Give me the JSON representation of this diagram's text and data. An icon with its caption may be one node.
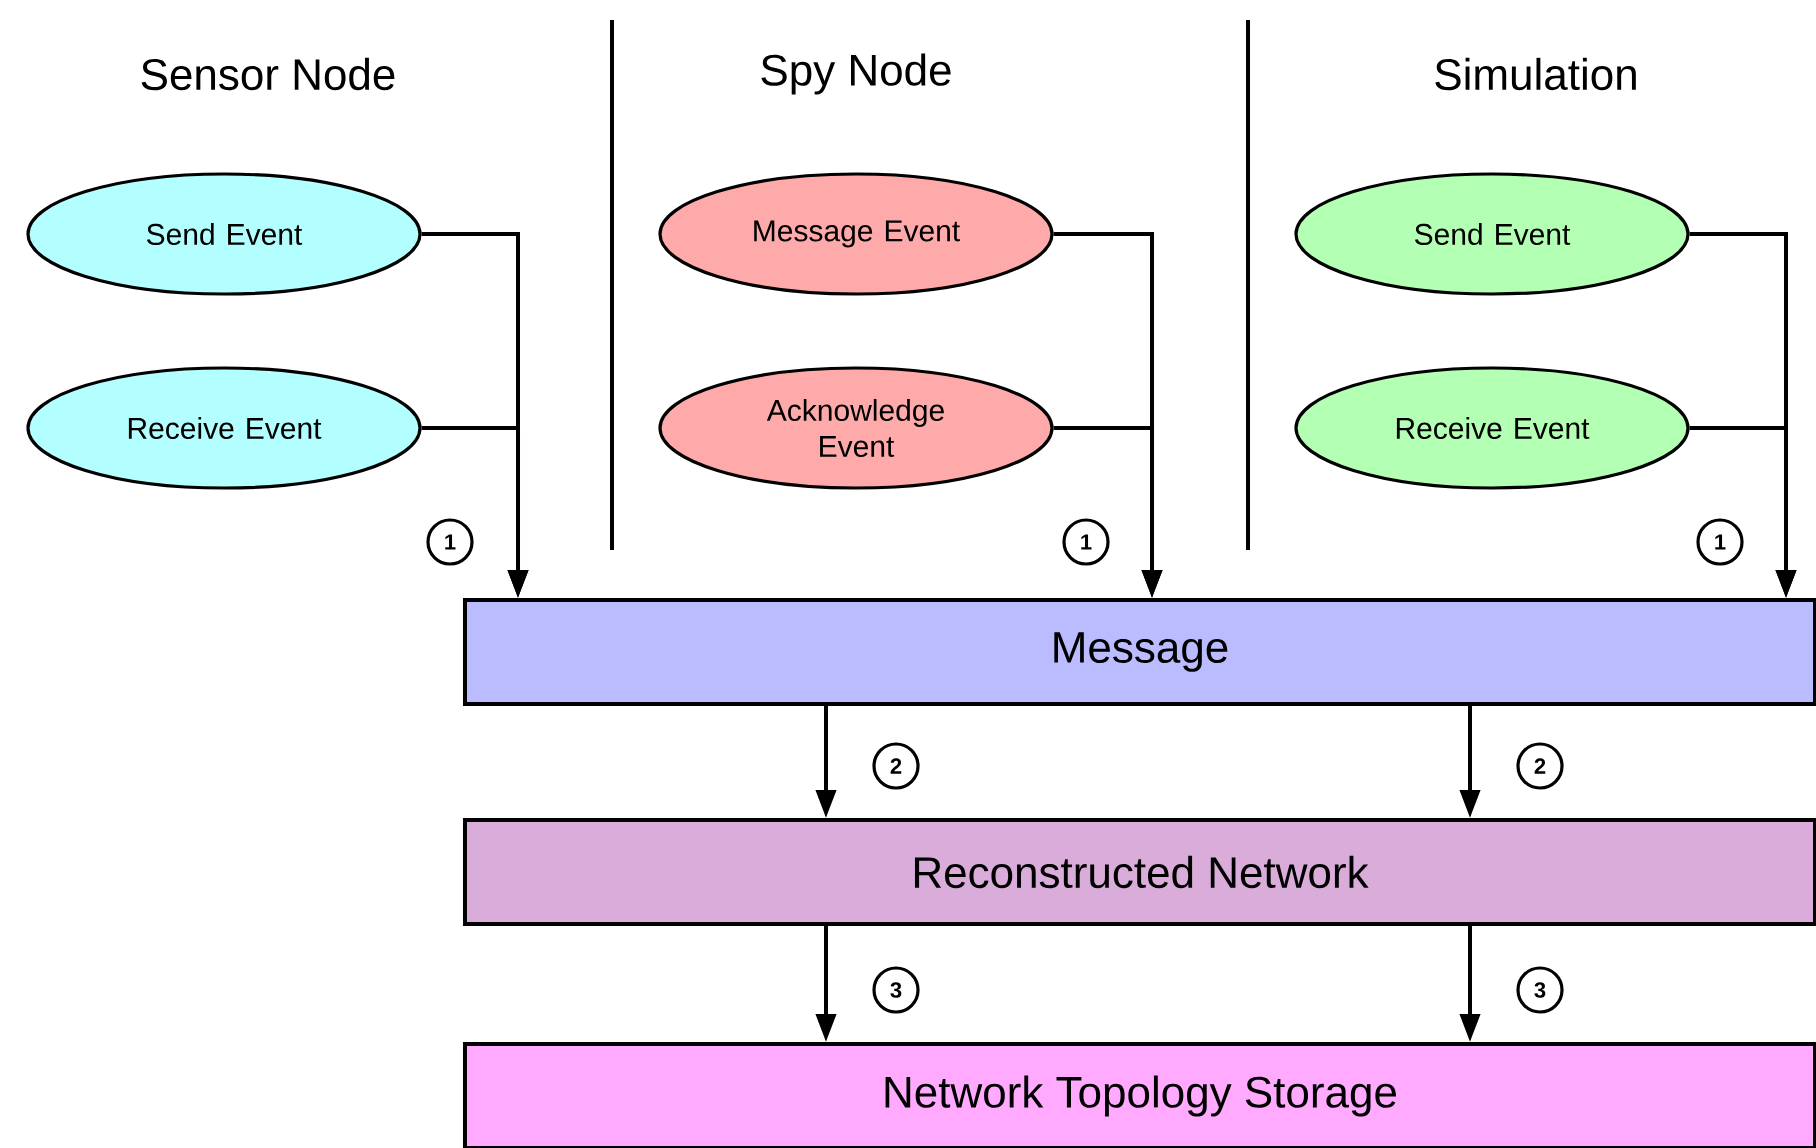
{
  "diagram": {
    "nodes": [
      {
        "text": [
          "Send Event"
        ]
      },
      {
        "text": [
          "Receive Event"
        ]
      },
      {
        "text": [
          "Message Event"
        ]
      },
      {
        "text": [
          "Acknowledge Event"
        ]
      },
      {
        "text": [
          "Send Event"
        ]
      },
      {
        "text": [
          "Receive Event"
        ]
      },
      {
        "text": [
          "Message"
        ]
      },
      {
        "text": [
          "Reconstructed Network"
        ]
      },
      {
        "text": [
          "Network Topology Storage"
        ]
      }
    ],
    "edges": [
      {
        "from": 0,
        "to": 6,
        "arrow": "to"
      },
      {
        "from": 1,
        "to": 6,
        "arrow": "to",
        "label": "1"
      },
      {
        "from": 2,
        "to": 6,
        "arrow": "to"
      },
      {
        "from": 3,
        "to": 6,
        "arrow": "to",
        "label": "1"
      },
      {
        "from": 4,
        "to": 6,
        "arrow": "to"
      },
      {
        "from": 5,
        "to": 6,
        "arrow": "to",
        "label": "1"
      },
      {
        "from": 6,
        "to": 7,
        "arrow": "to",
        "label": "2"
      },
      {
        "from": 6,
        "to": 7,
        "arrow": "to",
        "label": "2"
      },
      {
        "from": 7,
        "to": 8,
        "arrow": "to",
        "label": "3"
      },
      {
        "from": 7,
        "to": 8,
        "arrow": "to",
        "label": "3"
      }
    ],
    "labels": [
      "Sensor Node",
      "Spy Node",
      "Simulation"
    ]
  }
}
